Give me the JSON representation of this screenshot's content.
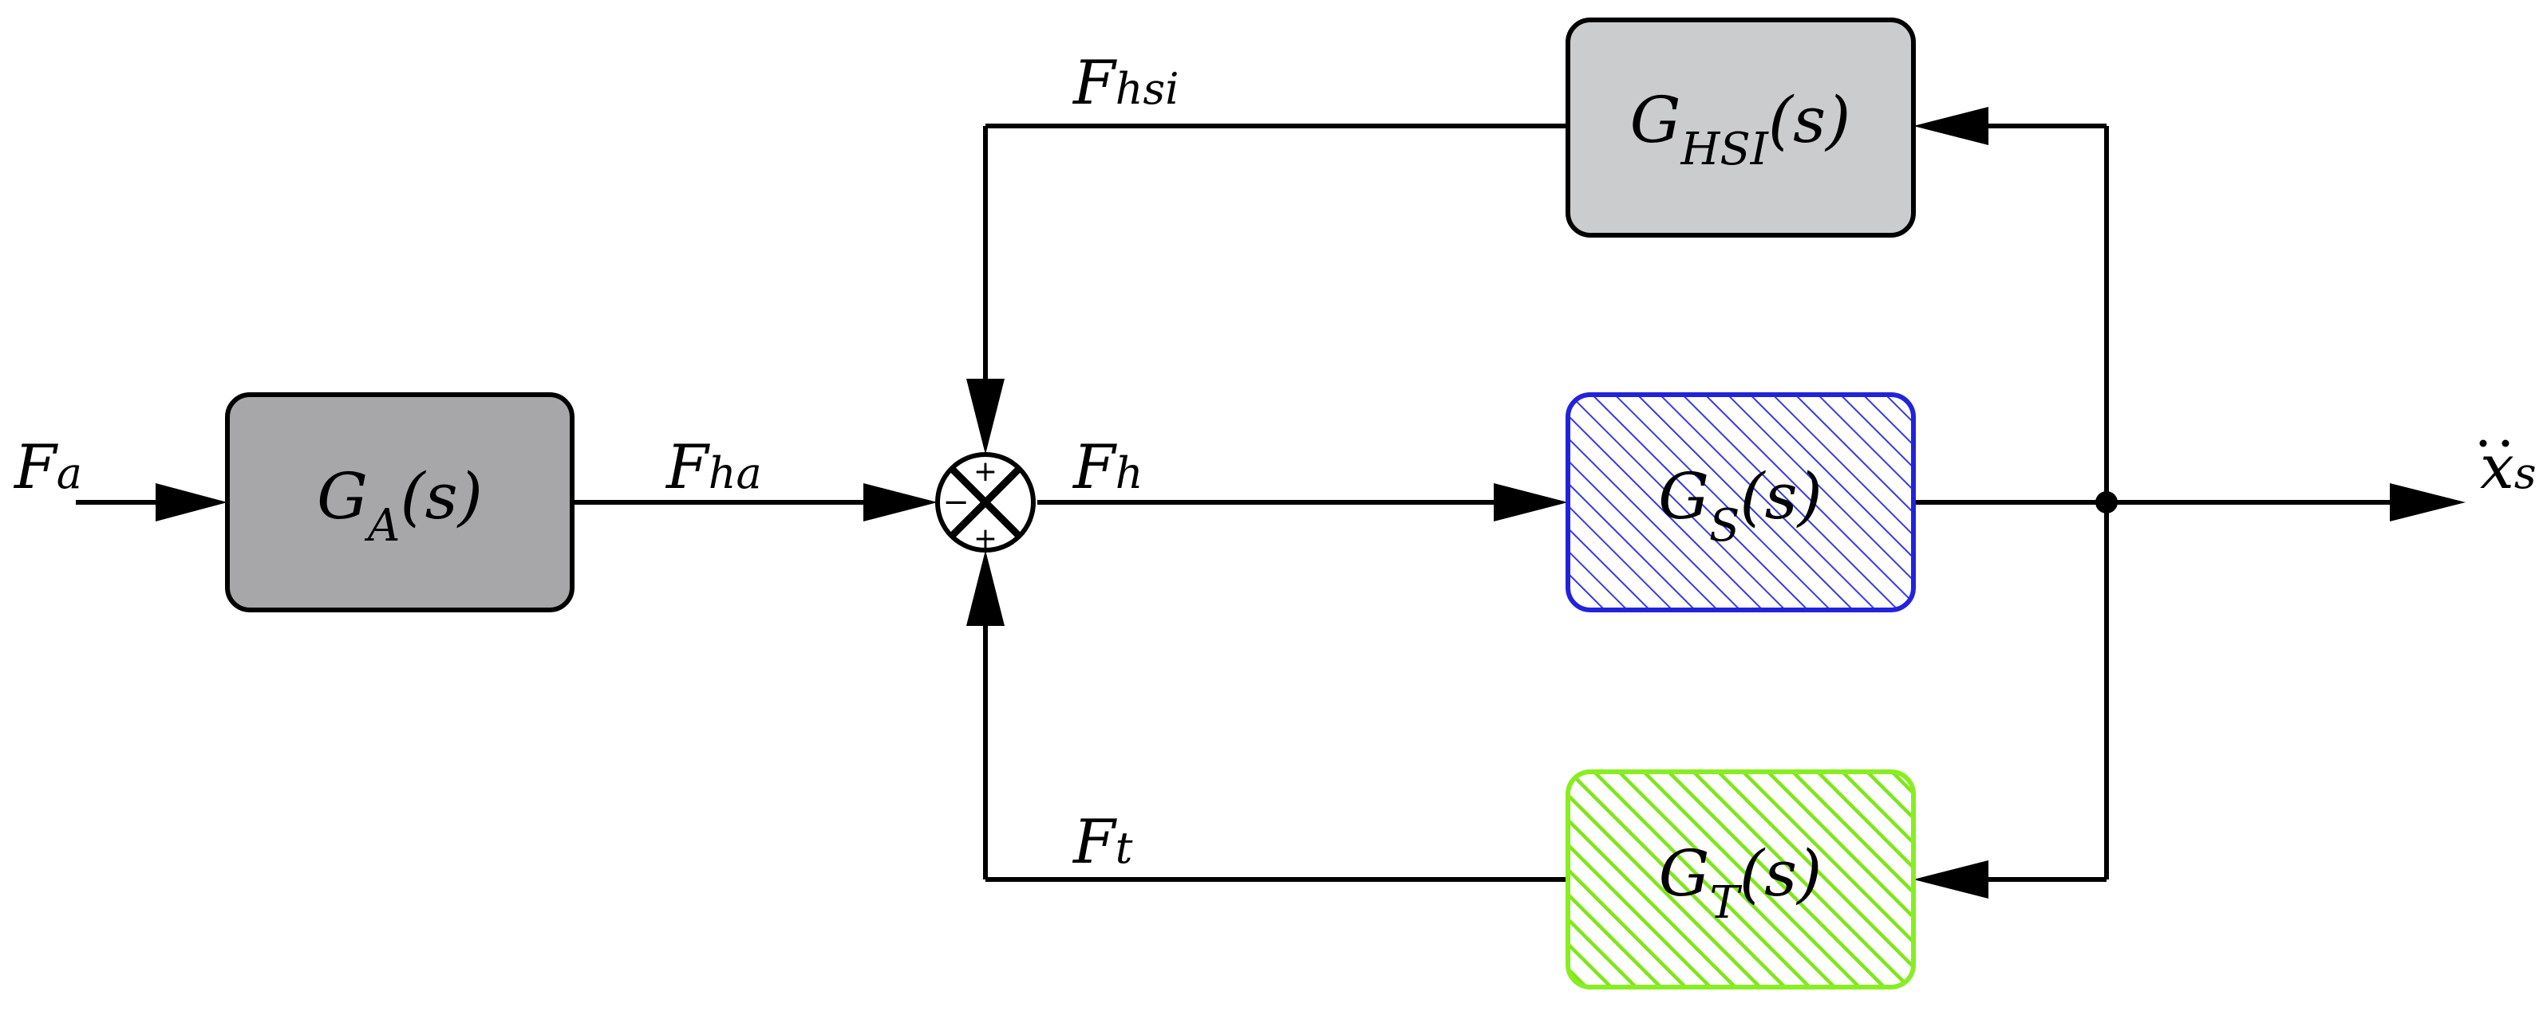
{
  "colors": {
    "line": "#000000",
    "block_a_fill": "#a7a7a9",
    "block_hsi_fill": "#cbcccd",
    "block_s_stroke": "#2222dd",
    "block_s_hatch": "#3a3ae0",
    "block_t_stroke": "#88ee22",
    "block_t_hatch": "#7fe61a"
  },
  "blocks": {
    "a": {
      "main": "G",
      "sub": "A",
      "suffix": "(s)"
    },
    "hsi": {
      "main": "G",
      "sub": "HSI",
      "suffix": "(s)"
    },
    "s": {
      "main": "G",
      "sub": "S",
      "suffix": "(s)"
    },
    "t": {
      "main": "G",
      "sub": "T",
      "suffix": "(s)"
    }
  },
  "signals": {
    "fa": {
      "main": "F",
      "sub": "a"
    },
    "fha": {
      "main": "F",
      "sub": "ha"
    },
    "fh": {
      "main": "F",
      "sub": "h"
    },
    "fhsi": {
      "main": "F",
      "sub": "hsi"
    },
    "ft": {
      "main": "F",
      "sub": "t"
    },
    "xs": {
      "main": "x",
      "sub": "s"
    }
  },
  "summing_junction": {
    "sign_top": "+",
    "sign_left": "−",
    "sign_bottom": "+"
  }
}
